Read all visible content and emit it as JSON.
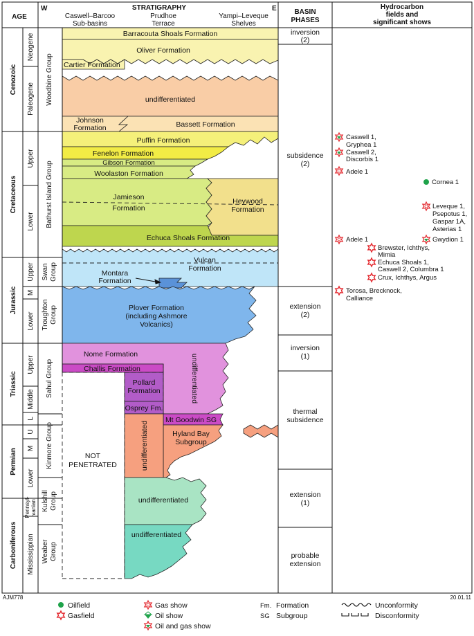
{
  "header": {
    "age": "AGE",
    "west": "W",
    "east": "E",
    "stratigraphy": "STRATIGRAPHY",
    "sub_basins": [
      "Caswell–Barcoo",
      "Sub-basins"
    ],
    "terrace": [
      "Prudhoe",
      "Terrace"
    ],
    "shelves": [
      "Yampi–Leveque",
      "Shelves"
    ],
    "basin_phases": [
      "BASIN",
      "PHASES"
    ],
    "hydrocarbon": [
      "Hydrocarbon",
      "fields and",
      "significant shows"
    ]
  },
  "eras": [
    "Cenozoic",
    "Cretaceous",
    "Jurassic",
    "Triassic",
    "Permian",
    "Carboniferous"
  ],
  "periods": [
    "Neogene",
    "Paleogene",
    "Upper",
    "Lower",
    "Upper",
    "M",
    "Lower",
    "Upper",
    "Middle",
    "L",
    "U",
    "M",
    "Lower",
    "Pennsyl-",
    "vanian",
    "Mississippian"
  ],
  "groups": [
    "Woodbine Group",
    "Bathurst Island Group",
    "Swan",
    "Group",
    "Troughton",
    "Group",
    "Sahul Group",
    "Kinmore Group",
    "Kulshill",
    "Group",
    "Weaber",
    "Group"
  ],
  "formations": {
    "barracouta": "Barracouta Shoals Formation",
    "oliver": "Oliver Formation",
    "cartier": "Cartier Formation",
    "undiff_paleogene": "undifferentiated",
    "johnson": [
      "Johnson",
      "Formation"
    ],
    "bassett": "Bassett Formation",
    "puffin": "Puffin Formation",
    "fenelon": "Fenelon Formation",
    "gibson": "Gibson Formation",
    "woolaston": "Woolaston Formation",
    "jamieson": [
      "Jamieson",
      "Formation"
    ],
    "heywood": [
      "Heywood",
      "Formation"
    ],
    "echuca": "Echuca Shoals Formation",
    "vulcan": [
      "Vulcan",
      "Formation"
    ],
    "montara": [
      "Montara",
      "Formation"
    ],
    "plover": [
      "Plover Formation",
      "(including Ashmore",
      "Volcanics)"
    ],
    "nome": "Nome Formation",
    "challis": "Challis Formation",
    "undiff_triassic": "undifferentiated",
    "pollard": [
      "Pollard",
      "Formation"
    ],
    "osprey": "Osprey Fm.",
    "mt_goodwin": "Mt Goodwin SG",
    "hyland": [
      "Hyland Bay",
      "Subgroup"
    ],
    "undiff_permian": "undifferentiated",
    "not_penetrated": [
      "NOT",
      "PENETRATED"
    ],
    "undiff_kulshill": "undifferentiated",
    "undiff_weaber": "undifferentiated"
  },
  "phases": [
    [
      "inversion",
      "(2)"
    ],
    [
      "subsidence",
      "(2)"
    ],
    [
      "extension",
      "(2)"
    ],
    [
      "inversion",
      "(1)"
    ],
    [
      "thermal",
      "subsidence"
    ],
    [
      "extension",
      "(1)"
    ],
    [
      "probable",
      "extension"
    ]
  ],
  "shows": [
    {
      "type": "oil-gas",
      "lines": [
        "Caswell 1,",
        "Gryphea 1"
      ]
    },
    {
      "type": "oil-gas",
      "lines": [
        "Caswell 2,",
        "Discorbis 1"
      ]
    },
    {
      "type": "gas-show",
      "lines": [
        "Adele 1"
      ]
    },
    {
      "type": "oilfield",
      "lines": [
        "Cornea 1"
      ]
    },
    {
      "type": "gas-show",
      "lines": [
        "Leveque 1,",
        "Psepotus 1,",
        "Gaspar 1A,",
        "Asterias 1"
      ]
    },
    {
      "type": "gas-show",
      "lines": [
        "Adele 1"
      ]
    },
    {
      "type": "oil-gas",
      "lines": [
        "Gwydion 1"
      ]
    },
    {
      "type": "gasfield",
      "lines": [
        "Brewster, Ichthys,",
        "Mimia"
      ]
    },
    {
      "type": "gasfield",
      "lines": [
        "Echuca Shoals 1,",
        "Caswell 2, Columbra 1"
      ]
    },
    {
      "type": "gasfield",
      "lines": [
        "Crux, Ichthys, Argus"
      ]
    },
    {
      "type": "gasfield",
      "lines": [
        "Torosa, Brecknock,",
        "Calliance"
      ]
    }
  ],
  "footer": {
    "left_code": "AJM778",
    "date": "20.01.11"
  },
  "legend": {
    "oilfield": "Oilfield",
    "gasfield": "Gasfield",
    "gas_show": "Gas show",
    "oil_show": "Oil show",
    "oil_gas_show": "Oil and gas show",
    "fm_abbr": "Fm.",
    "fm_full": "Formation",
    "sg_abbr": "SG",
    "sg_full": "Subgroup",
    "unconformity": "Unconformity",
    "disconformity": "Disconformity"
  },
  "colors": {
    "yellow_light": "#f9f3b0",
    "peach": "#f9cda6",
    "cream": "#fbe2b4",
    "yellow": "#f5f07a",
    "yellow_bright": "#f2ec45",
    "lime_light": "#d8eb84",
    "olive": "#bed64e",
    "tan": "#f2e08c",
    "sky": "#bfe5f8",
    "blue": "#7fb6ec",
    "blue_mid": "#5a92d8",
    "pink": "#e192dd",
    "magenta": "#cb4bc6",
    "purple": "#b25cc8",
    "salmon": "#f6a07f",
    "mint": "#a9e4c4",
    "teal": "#77d9c2",
    "oil_green": "#1fa34a",
    "gas_red": "#e3262c"
  }
}
